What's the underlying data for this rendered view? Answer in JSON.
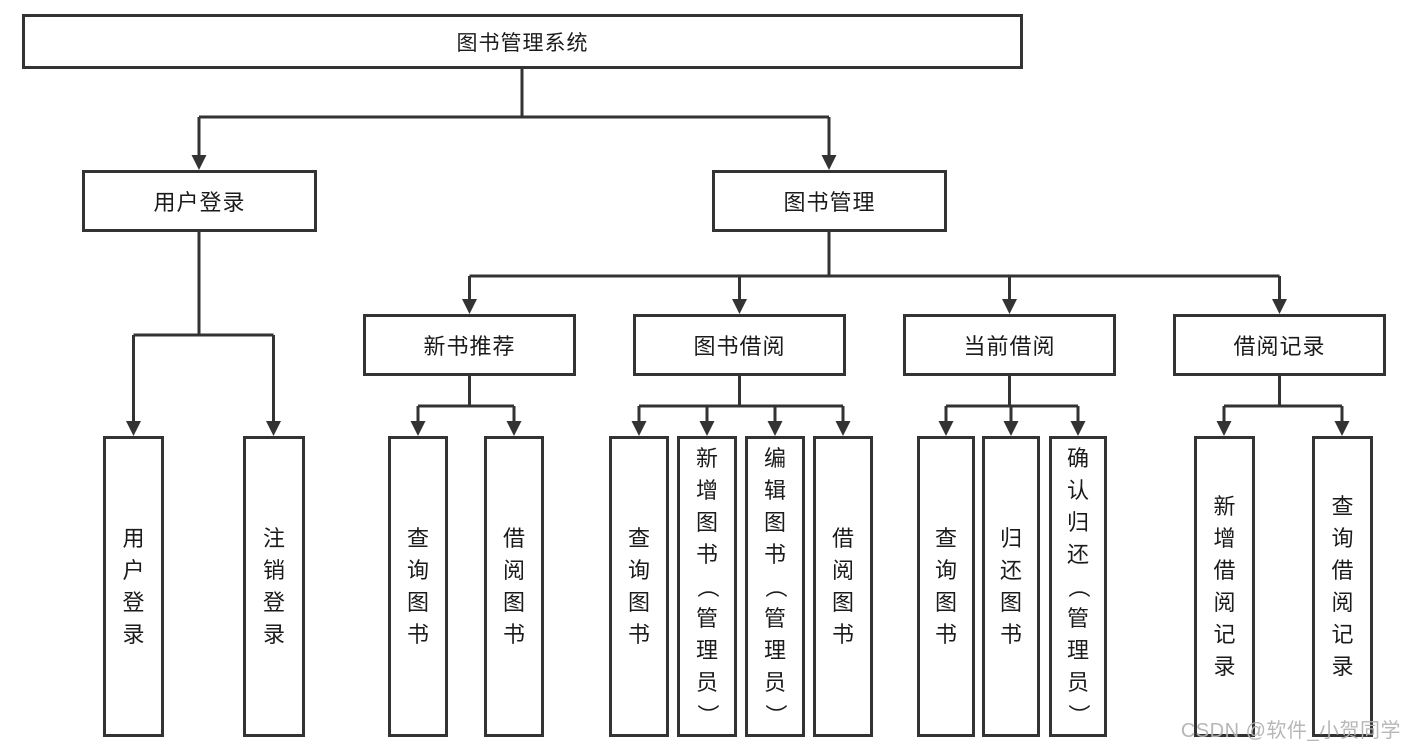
{
  "tree": {
    "root": "图书管理系统",
    "user_login": {
      "label": "用户登录",
      "children": [
        "用户登录",
        "注销登录"
      ]
    },
    "book_mgmt": {
      "label": "图书管理",
      "groups": [
        {
          "label": "新书推荐",
          "children": [
            "查询图书",
            "借阅图书"
          ]
        },
        {
          "label": "图书借阅",
          "children": [
            "查询图书",
            "新增图书（管理员）",
            "编辑图书（管理员）",
            "借阅图书"
          ]
        },
        {
          "label": "当前借阅",
          "children": [
            "查询图书",
            "归还图书",
            "确认归还（管理员）"
          ]
        },
        {
          "label": "借阅记录",
          "children": [
            "新增借阅记录",
            "查询借阅记录"
          ]
        }
      ]
    }
  },
  "watermark": "CSDN @软件_小贺同学",
  "colors": {
    "line": "#333333",
    "text": "#1b1b1b",
    "watermark": "#b4b4b4"
  }
}
